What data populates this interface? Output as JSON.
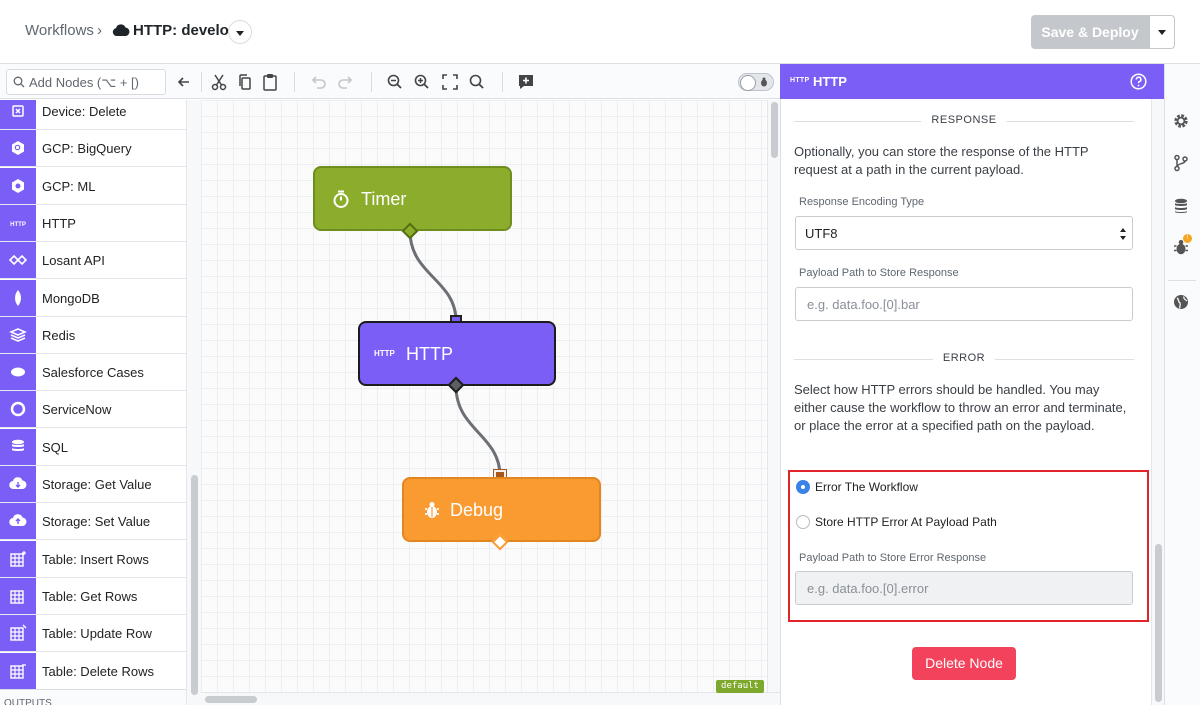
{
  "header": {
    "breadcrumb_root": "Workflows",
    "breadcrumb_sep": "›",
    "workflow_name": "HTTP: develop",
    "save_deploy_label": "Save & Deploy"
  },
  "toolbar": {
    "add_nodes_placeholder": "Add Nodes (⌥ + [)"
  },
  "palette": {
    "items": [
      {
        "label": "Device: Delete",
        "icon": "device-delete-icon"
      },
      {
        "label": "GCP: BigQuery",
        "icon": "gcp-bigquery-icon"
      },
      {
        "label": "GCP: ML",
        "icon": "gcp-ml-icon"
      },
      {
        "label": "HTTP",
        "icon": "http-icon"
      },
      {
        "label": "Losant API",
        "icon": "losant-api-icon"
      },
      {
        "label": "MongoDB",
        "icon": "mongodb-icon"
      },
      {
        "label": "Redis",
        "icon": "redis-icon"
      },
      {
        "label": "Salesforce Cases",
        "icon": "salesforce-icon"
      },
      {
        "label": "ServiceNow",
        "icon": "servicenow-icon"
      },
      {
        "label": "SQL",
        "icon": "database-icon"
      },
      {
        "label": "Storage: Get Value",
        "icon": "cloud-download-icon"
      },
      {
        "label": "Storage: Set Value",
        "icon": "cloud-upload-icon"
      },
      {
        "label": "Table: Insert Rows",
        "icon": "table-insert-icon"
      },
      {
        "label": "Table: Get Rows",
        "icon": "table-get-icon"
      },
      {
        "label": "Table: Update Row",
        "icon": "table-update-icon"
      },
      {
        "label": "Table: Delete Rows",
        "icon": "table-delete-icon"
      }
    ],
    "outputs_label": "OUTPUTS"
  },
  "canvas": {
    "nodes": {
      "timer": {
        "label": "Timer",
        "color": "#8bad2b"
      },
      "http": {
        "label": "HTTP",
        "tag": "HTTP",
        "color": "#7b5ef5"
      },
      "debug": {
        "label": "Debug",
        "color": "#f99b31"
      }
    },
    "default_badge": "default"
  },
  "panel": {
    "tag": "HTTP",
    "title": "HTTP",
    "response": {
      "section_title": "RESPONSE",
      "description": "Optionally, you can store the response of the HTTP request at a path in the current payload.",
      "encoding_label": "Response Encoding Type",
      "encoding_value": "UTF8",
      "path_label": "Payload Path to Store Response",
      "path_placeholder": "e.g. data.foo.[0].bar"
    },
    "error": {
      "section_title": "ERROR",
      "description": "Select how HTTP errors should be handled. You may either cause the workflow to throw an error and terminate, or place the error at a specified path on the payload.",
      "option_throw": "Error The Workflow",
      "option_store": "Store HTTP Error At Payload Path",
      "selected": "Error The Workflow",
      "path_label": "Payload Path to Store Error Response",
      "path_placeholder": "e.g. data.foo.[0].error"
    },
    "delete_label": "Delete Node"
  },
  "rail": {
    "debug_badge": "!"
  },
  "colors": {
    "accent": "#7b5ef5",
    "timer": "#8bad2b",
    "debug": "#f99b31",
    "delete": "#f2425c",
    "highlight": "#e0242a"
  }
}
